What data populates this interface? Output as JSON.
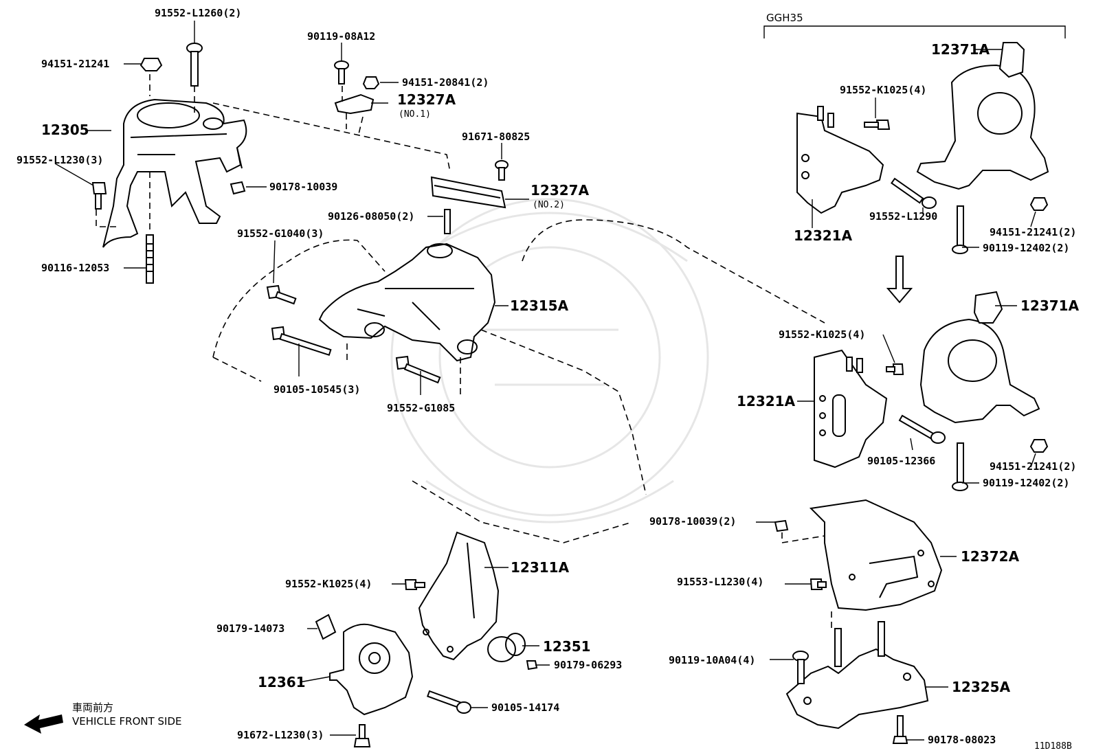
{
  "diagram": {
    "variant_label": "GGH35",
    "diagram_code": "11D188B",
    "front_arrow": {
      "jp": "車両前方",
      "en": "VEHICLE FRONT SIDE"
    },
    "parts": [
      {
        "id": "p1",
        "label": "91552-L1260(2)"
      },
      {
        "id": "p2",
        "label": "94151-21241"
      },
      {
        "id": "p3",
        "label": "90119-08A12"
      },
      {
        "id": "p4",
        "label": "94151-20841(2)"
      },
      {
        "id": "p5",
        "label": "12327A"
      },
      {
        "id": "p5b",
        "label": "(NO.1)"
      },
      {
        "id": "p6",
        "label": "12305"
      },
      {
        "id": "p7",
        "label": "91552-L1230(3)"
      },
      {
        "id": "p8",
        "label": "90178-10039"
      },
      {
        "id": "p9",
        "label": "91671-80825"
      },
      {
        "id": "p10",
        "label": "12327A"
      },
      {
        "id": "p10b",
        "label": "(NO.2)"
      },
      {
        "id": "p11",
        "label": "90126-08050(2)"
      },
      {
        "id": "p12",
        "label": "90116-12053"
      },
      {
        "id": "p13",
        "label": "91552-G1040(3)"
      },
      {
        "id": "p14",
        "label": "12315A"
      },
      {
        "id": "p15",
        "label": "90105-10545(3)"
      },
      {
        "id": "p16",
        "label": "91552-G1085"
      },
      {
        "id": "p17",
        "label": "12371A"
      },
      {
        "id": "p18",
        "label": "91552-K1025(4)"
      },
      {
        "id": "p19",
        "label": "12321A"
      },
      {
        "id": "p20",
        "label": "91552-L1290"
      },
      {
        "id": "p21",
        "label": "94151-21241(2)"
      },
      {
        "id": "p22",
        "label": "90119-12402(2)"
      },
      {
        "id": "p23",
        "label": "12371A"
      },
      {
        "id": "p24",
        "label": "91552-K1025(4)"
      },
      {
        "id": "p25",
        "label": "12321A"
      },
      {
        "id": "p26",
        "label": "90105-12366"
      },
      {
        "id": "p27",
        "label": "94151-21241(2)"
      },
      {
        "id": "p28",
        "label": "90119-12402(2)"
      },
      {
        "id": "p29",
        "label": "90178-10039(2)"
      },
      {
        "id": "p30",
        "label": "12372A"
      },
      {
        "id": "p31",
        "label": "91553-L1230(4)"
      },
      {
        "id": "p32",
        "label": "12311A"
      },
      {
        "id": "p33",
        "label": "91552-K1025(4)"
      },
      {
        "id": "p34",
        "label": "90179-14073"
      },
      {
        "id": "p35",
        "label": "12351"
      },
      {
        "id": "p36",
        "label": "90179-06293"
      },
      {
        "id": "p37",
        "label": "12361"
      },
      {
        "id": "p38",
        "label": "90105-14174"
      },
      {
        "id": "p39",
        "label": "91672-L1230(3)"
      },
      {
        "id": "p40",
        "label": "90119-10A04(4)"
      },
      {
        "id": "p41",
        "label": "12325A"
      },
      {
        "id": "p42",
        "label": "90178-08023"
      }
    ]
  }
}
